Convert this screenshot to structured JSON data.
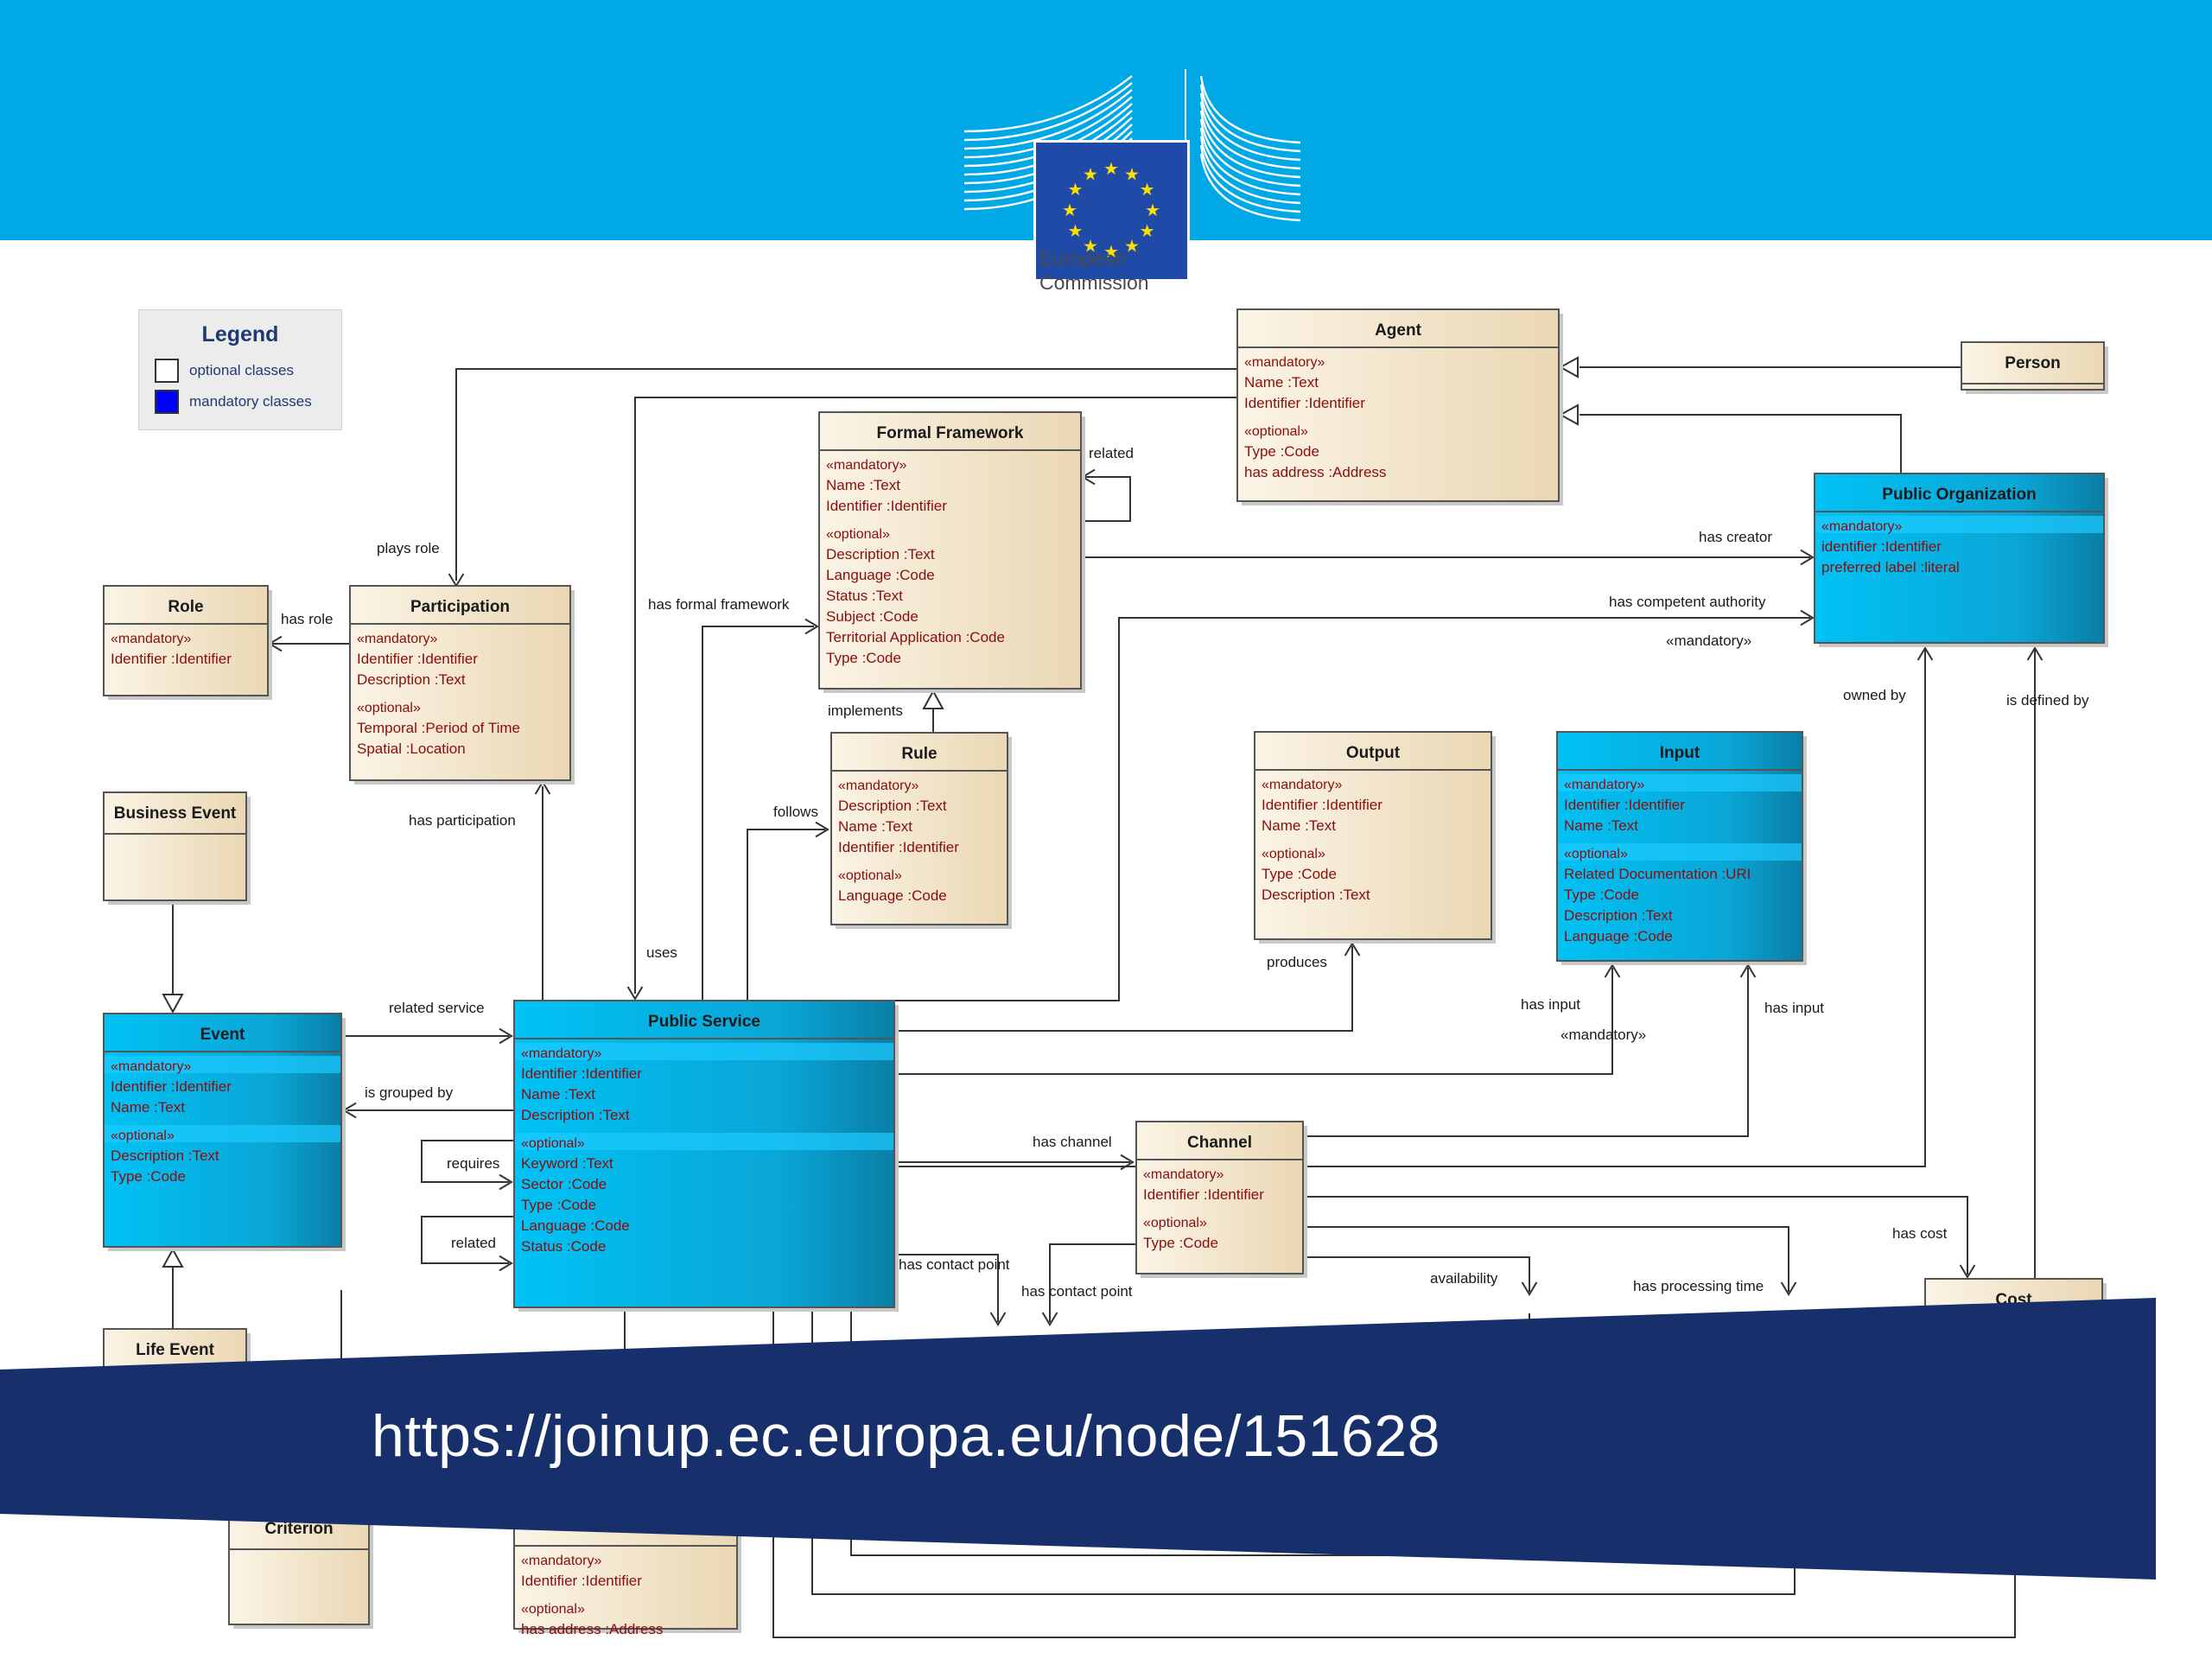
{
  "header": {
    "logo_line1": "European",
    "logo_line2": "Commission"
  },
  "legend": {
    "title": "Legend",
    "items": [
      {
        "label": "optional classes",
        "color": "#ffffff"
      },
      {
        "label": "mandatory classes",
        "color": "#0000ff"
      }
    ]
  },
  "colors": {
    "banner": "#00a9e6",
    "optional_class": "#f3e6cc",
    "mandatory_class": "#00a9e6",
    "ribbon": "#17306b",
    "attribute_text": "#8b0d0d"
  },
  "classes": [
    {
      "id": "agent",
      "name": "Agent",
      "kind": "optional",
      "sections": [
        {
          "stereotype": "«mandatory»",
          "attrs": [
            "Name  :Text",
            "Identifier  :Identifier"
          ]
        },
        {
          "stereotype": "«optional»",
          "attrs": [
            "Type  :Code",
            "has address  :Address"
          ]
        }
      ]
    },
    {
      "id": "person",
      "name": "Person",
      "kind": "optional",
      "sections": []
    },
    {
      "id": "public-organization",
      "name": "Public Organization",
      "kind": "mandatory",
      "sections": [
        {
          "stereotype": "«mandatory»",
          "attrs": [
            "identifier  :Identifier",
            "preferred label  :literal"
          ]
        }
      ]
    },
    {
      "id": "formal-framework",
      "name": "Formal Framework",
      "kind": "optional",
      "sections": [
        {
          "stereotype": "«mandatory»",
          "attrs": [
            "Name  :Text",
            "Identifier  :Identifier"
          ]
        },
        {
          "stereotype": "«optional»",
          "attrs": [
            "Description  :Text",
            "Language  :Code",
            "Status  :Text",
            "Subject  :Code",
            "Territorial Application  :Code",
            "Type  :Code"
          ]
        }
      ]
    },
    {
      "id": "role",
      "name": "Role",
      "kind": "optional",
      "sections": [
        {
          "stereotype": "«mandatory»",
          "attrs": [
            "Identifier  :Identifier"
          ]
        }
      ]
    },
    {
      "id": "participation",
      "name": "Participation",
      "kind": "optional",
      "sections": [
        {
          "stereotype": "«mandatory»",
          "attrs": [
            "Identifier  :Identifier",
            "Description  :Text"
          ]
        },
        {
          "stereotype": "«optional»",
          "attrs": [
            "Temporal  :Period of Time",
            "Spatial  :Location"
          ]
        }
      ]
    },
    {
      "id": "business-event",
      "name": "Business Event",
      "kind": "optional",
      "sections": []
    },
    {
      "id": "rule",
      "name": "Rule",
      "kind": "optional",
      "sections": [
        {
          "stereotype": "«mandatory»",
          "attrs": [
            "Description  :Text",
            "Name  :Text",
            "Identifier  :Identifier"
          ]
        },
        {
          "stereotype": "«optional»",
          "attrs": [
            "Language  :Code"
          ]
        }
      ]
    },
    {
      "id": "output",
      "name": "Output",
      "kind": "optional",
      "sections": [
        {
          "stereotype": "«mandatory»",
          "attrs": [
            "Identifier  :Identifier",
            "Name  :Text"
          ]
        },
        {
          "stereotype": "«optional»",
          "attrs": [
            "Type  :Code",
            "Description  :Text"
          ]
        }
      ]
    },
    {
      "id": "input",
      "name": "Input",
      "kind": "mandatory",
      "sections": [
        {
          "stereotype": "«mandatory»",
          "attrs": [
            "Identifier  :Identifier",
            "Name  :Text"
          ]
        },
        {
          "stereotype": "«optional»",
          "attrs": [
            "Related Documentation  :URI",
            "Type  :Code",
            "Description  :Text",
            "Language  :Code"
          ]
        }
      ]
    },
    {
      "id": "event",
      "name": "Event",
      "kind": "mandatory",
      "sections": [
        {
          "stereotype": "«mandatory»",
          "attrs": [
            "Identifier  :Identifier",
            "Name  :Text"
          ]
        },
        {
          "stereotype": "«optional»",
          "attrs": [
            "Description  :Text",
            "Type  :Code"
          ]
        }
      ]
    },
    {
      "id": "public-service",
      "name": "Public Service",
      "kind": "mandatory",
      "sections": [
        {
          "stereotype": "«mandatory»",
          "attrs": [
            "Identifier  :Identifier",
            "Name  :Text",
            "Description  :Text"
          ]
        },
        {
          "stereotype": "«optional»",
          "attrs": [
            "Keyword  :Text",
            "Sector  :Code",
            "Type  :Code",
            "Language  :Code",
            "Status  :Code"
          ]
        }
      ]
    },
    {
      "id": "channel",
      "name": "Channel",
      "kind": "optional",
      "sections": [
        {
          "stereotype": "«mandatory»",
          "attrs": [
            "Identifier  :Identifier"
          ]
        },
        {
          "stereotype": "«optional»",
          "attrs": [
            "Type  :Code"
          ]
        }
      ]
    },
    {
      "id": "life-event",
      "name": "Life Event",
      "kind": "optional",
      "sections": []
    },
    {
      "id": "criterion",
      "name": "Criterion",
      "kind": "optional",
      "sections": []
    },
    {
      "id": "lower-class",
      "name": "",
      "kind": "optional",
      "sections": [
        {
          "stereotype": "«mandatory»",
          "attrs": [
            "Identifier  :Identifier"
          ]
        },
        {
          "stereotype": "«optional»",
          "attrs": [
            "has address  :Address"
          ]
        }
      ]
    },
    {
      "id": "cost",
      "name": "Cost",
      "kind": "optional",
      "sections": []
    }
  ],
  "relations": [
    "plays role",
    "has role",
    "has participation",
    "has formal framework",
    "related",
    "implements",
    "follows",
    "uses",
    "has creator",
    "has competent authority",
    "«mandatory»",
    "owned by",
    "is defined by",
    "produces",
    "has input",
    "«mandatory»",
    "has input",
    "related service",
    "is grouped by",
    "requires",
    "related",
    "has channel",
    "has contact point",
    "has contact point",
    "availability",
    "has processing time",
    "has cost"
  ],
  "footer": {
    "url": "https://joinup.ec.europa.eu/node/151628"
  }
}
